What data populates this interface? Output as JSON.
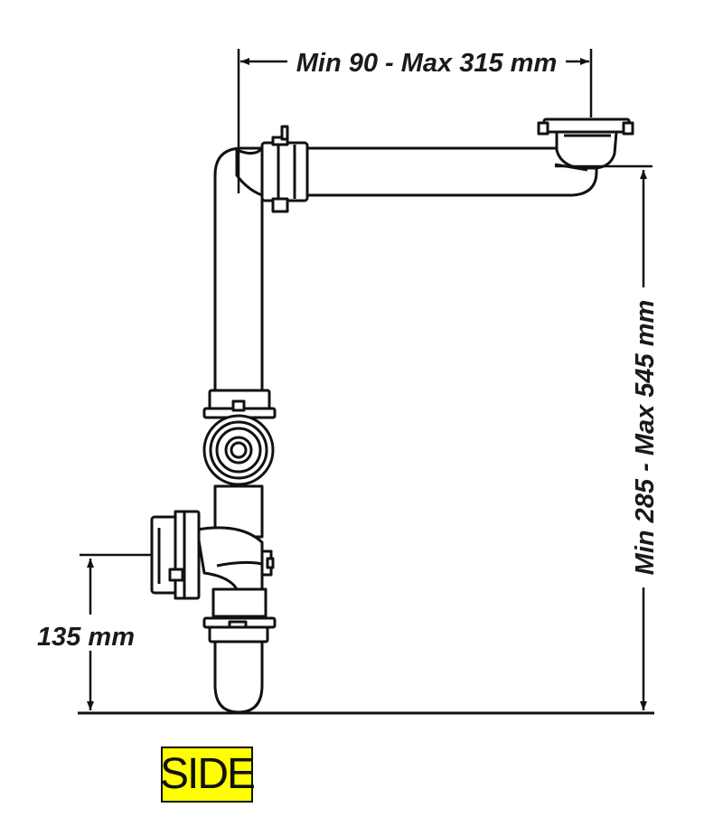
{
  "dimensions": {
    "horizontal_label": "Min 90 - Max 315 mm",
    "vertical_label": "Min 285 - Max 545 mm",
    "height_label": "135 mm"
  },
  "view_badge": {
    "label": "SIDE",
    "background": "#ffff00"
  },
  "colors": {
    "line": "#111111",
    "pipe_fill": "#ffffff"
  }
}
